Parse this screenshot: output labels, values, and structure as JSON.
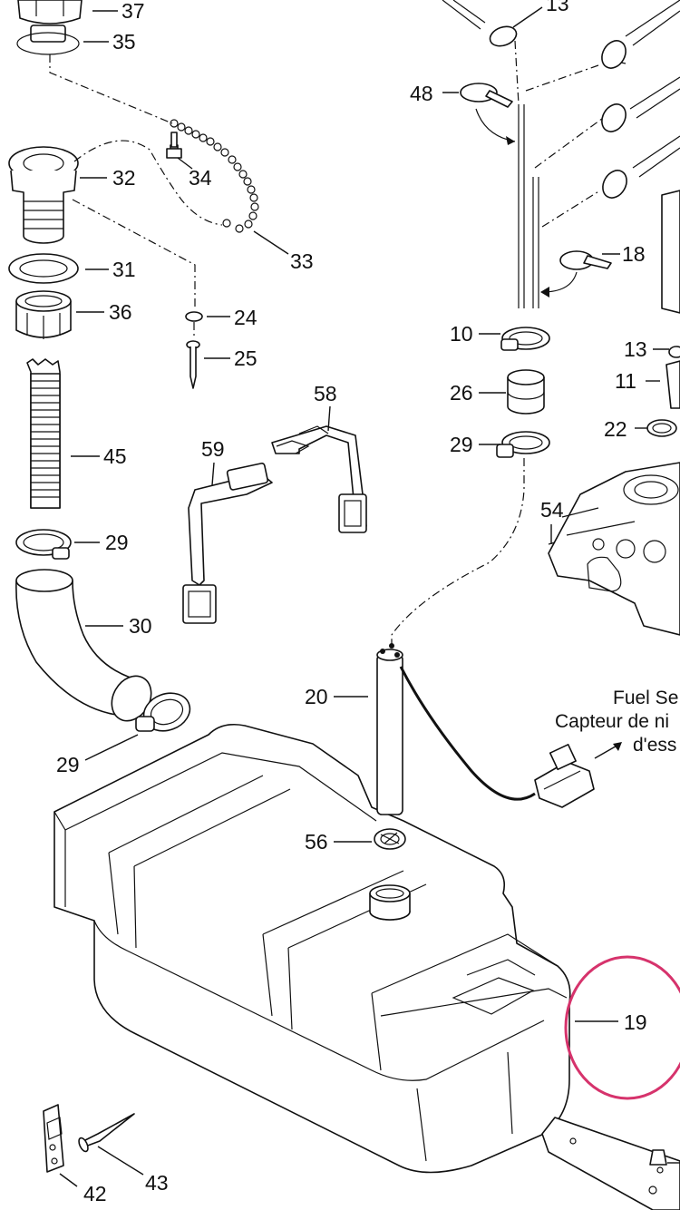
{
  "labels": {
    "p37": "37",
    "p35": "35",
    "p34": "34",
    "p32": "32",
    "p33": "33",
    "p31": "31",
    "p36": "36",
    "p24": "24",
    "p25": "25",
    "p45": "45",
    "p29a": "29",
    "p30": "30",
    "p29b": "29",
    "p58": "58",
    "p59": "59",
    "p48": "48",
    "p13a": "13",
    "p18": "18",
    "p10": "10",
    "p26": "26",
    "p29c": "29",
    "p13b": "13",
    "p11": "11",
    "p22": "22",
    "p54": "54",
    "p20": "20",
    "p56": "56",
    "p19": "19",
    "p42": "42",
    "p43": "43"
  },
  "callout": {
    "line1": "Fuel Se",
    "line2": "Capteur de ni",
    "line3": "d'ess"
  },
  "colors": {
    "ink": "#111111",
    "highlight": "#d6336c"
  }
}
